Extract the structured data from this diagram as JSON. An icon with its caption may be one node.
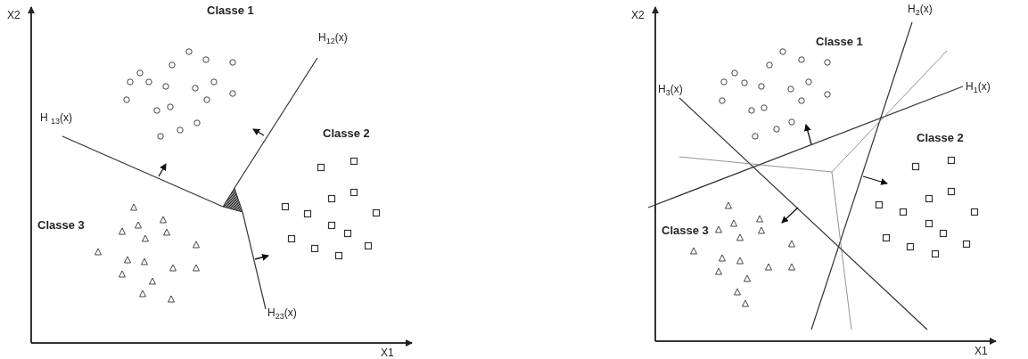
{
  "diagram": {
    "labels": [
      "X2",
      "Classe 1",
      "H$_{12}$(x)",
      "H $_{13}$(x)",
      "Classe 2",
      "Classe 3",
      "H$_{23}$(x)",
      "X1",
      "H$_{2}$(x)",
      "X2",
      "Classe 1",
      "H$_{3}$(x)",
      "H$_{1}$(x)",
      "Classe 2",
      "Classe 3",
      "X1"
    ]
  }
}
